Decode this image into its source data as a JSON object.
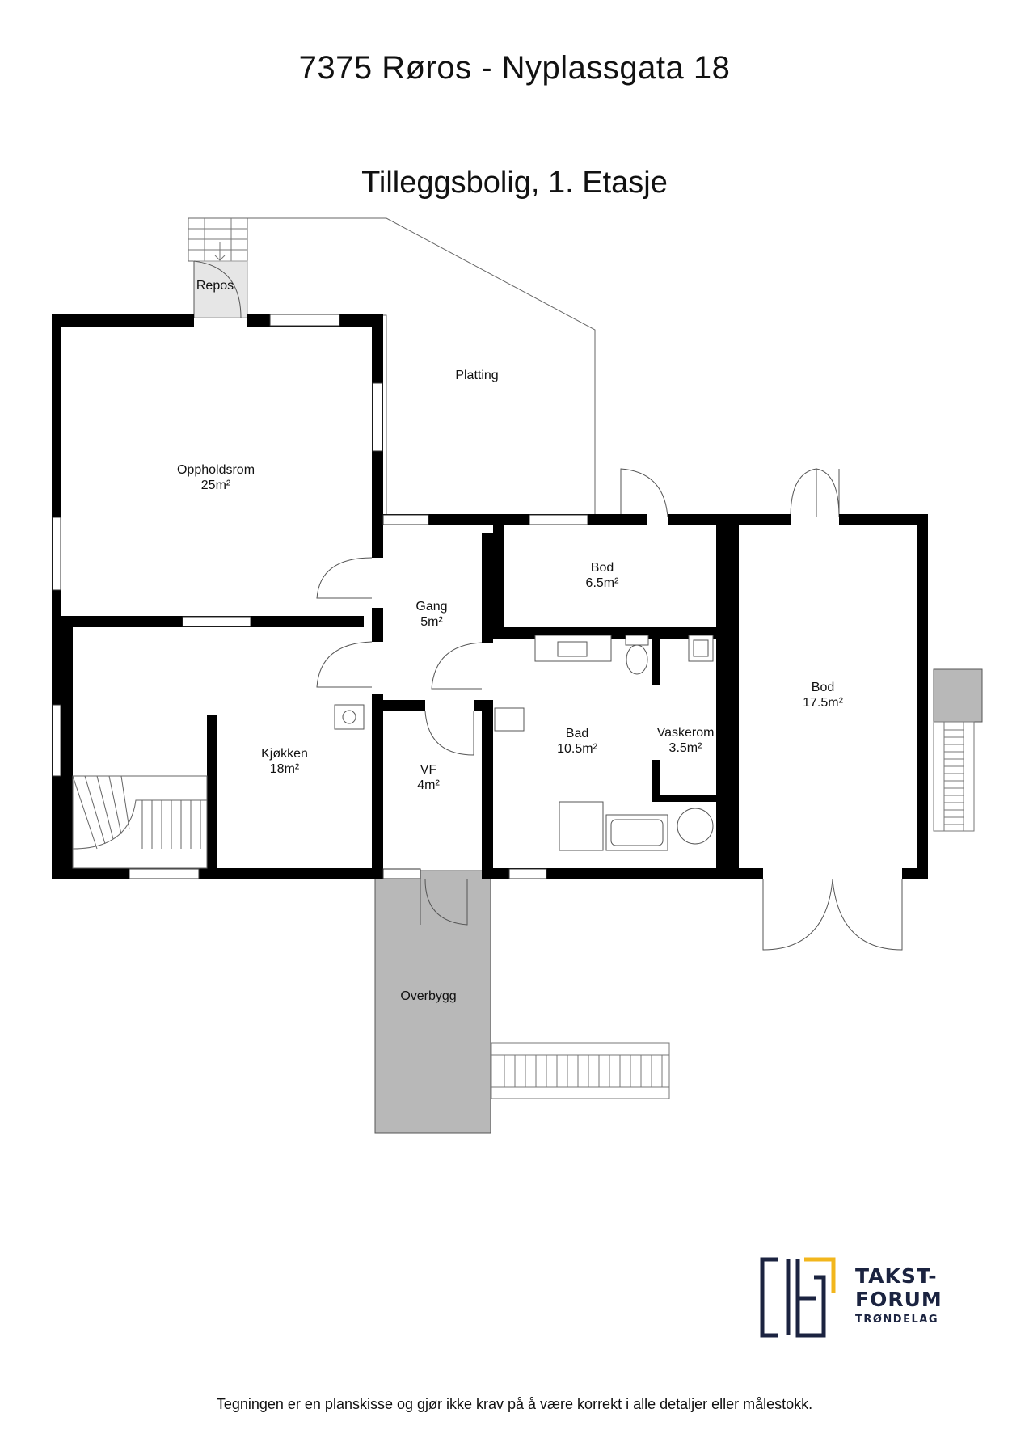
{
  "header": {
    "title": "7375 Røros - Nyplassgata 18",
    "subtitle": "Tilleggsbolig, 1. Etasje"
  },
  "rooms": {
    "repos": {
      "name": "Repos"
    },
    "platting": {
      "name": "Platting"
    },
    "oppholdsrom": {
      "name": "Oppholdsrom",
      "area": "25m²"
    },
    "gang": {
      "name": "Gang",
      "area": "5m²"
    },
    "bod_small": {
      "name": "Bod",
      "area": "6.5m²"
    },
    "bod_large": {
      "name": "Bod",
      "area": "17.5m²"
    },
    "kjokken": {
      "name": "Kjøkken",
      "area": "18m²"
    },
    "bad": {
      "name": "Bad",
      "area": "10.5m²"
    },
    "vaskerom": {
      "name": "Vaskerom",
      "area": "3.5m²"
    },
    "vf": {
      "name": "VF",
      "area": "4m²"
    },
    "overbygg": {
      "name": "Overbygg"
    }
  },
  "logo": {
    "line1": "TAKST-",
    "line2": "FORUM",
    "line3": "TRØNDELAG",
    "colors": {
      "navy": "#1b2340",
      "gold": "#f2b61c"
    }
  },
  "footer": {
    "disclaimer": "Tegningen er en planskisse og gjør ikke krav på å være korrekt i alle detaljer eller målestokk."
  },
  "colors": {
    "wall": "#000000",
    "shaded": "#b8b8b8",
    "light_shade": "#e6e6e6"
  }
}
